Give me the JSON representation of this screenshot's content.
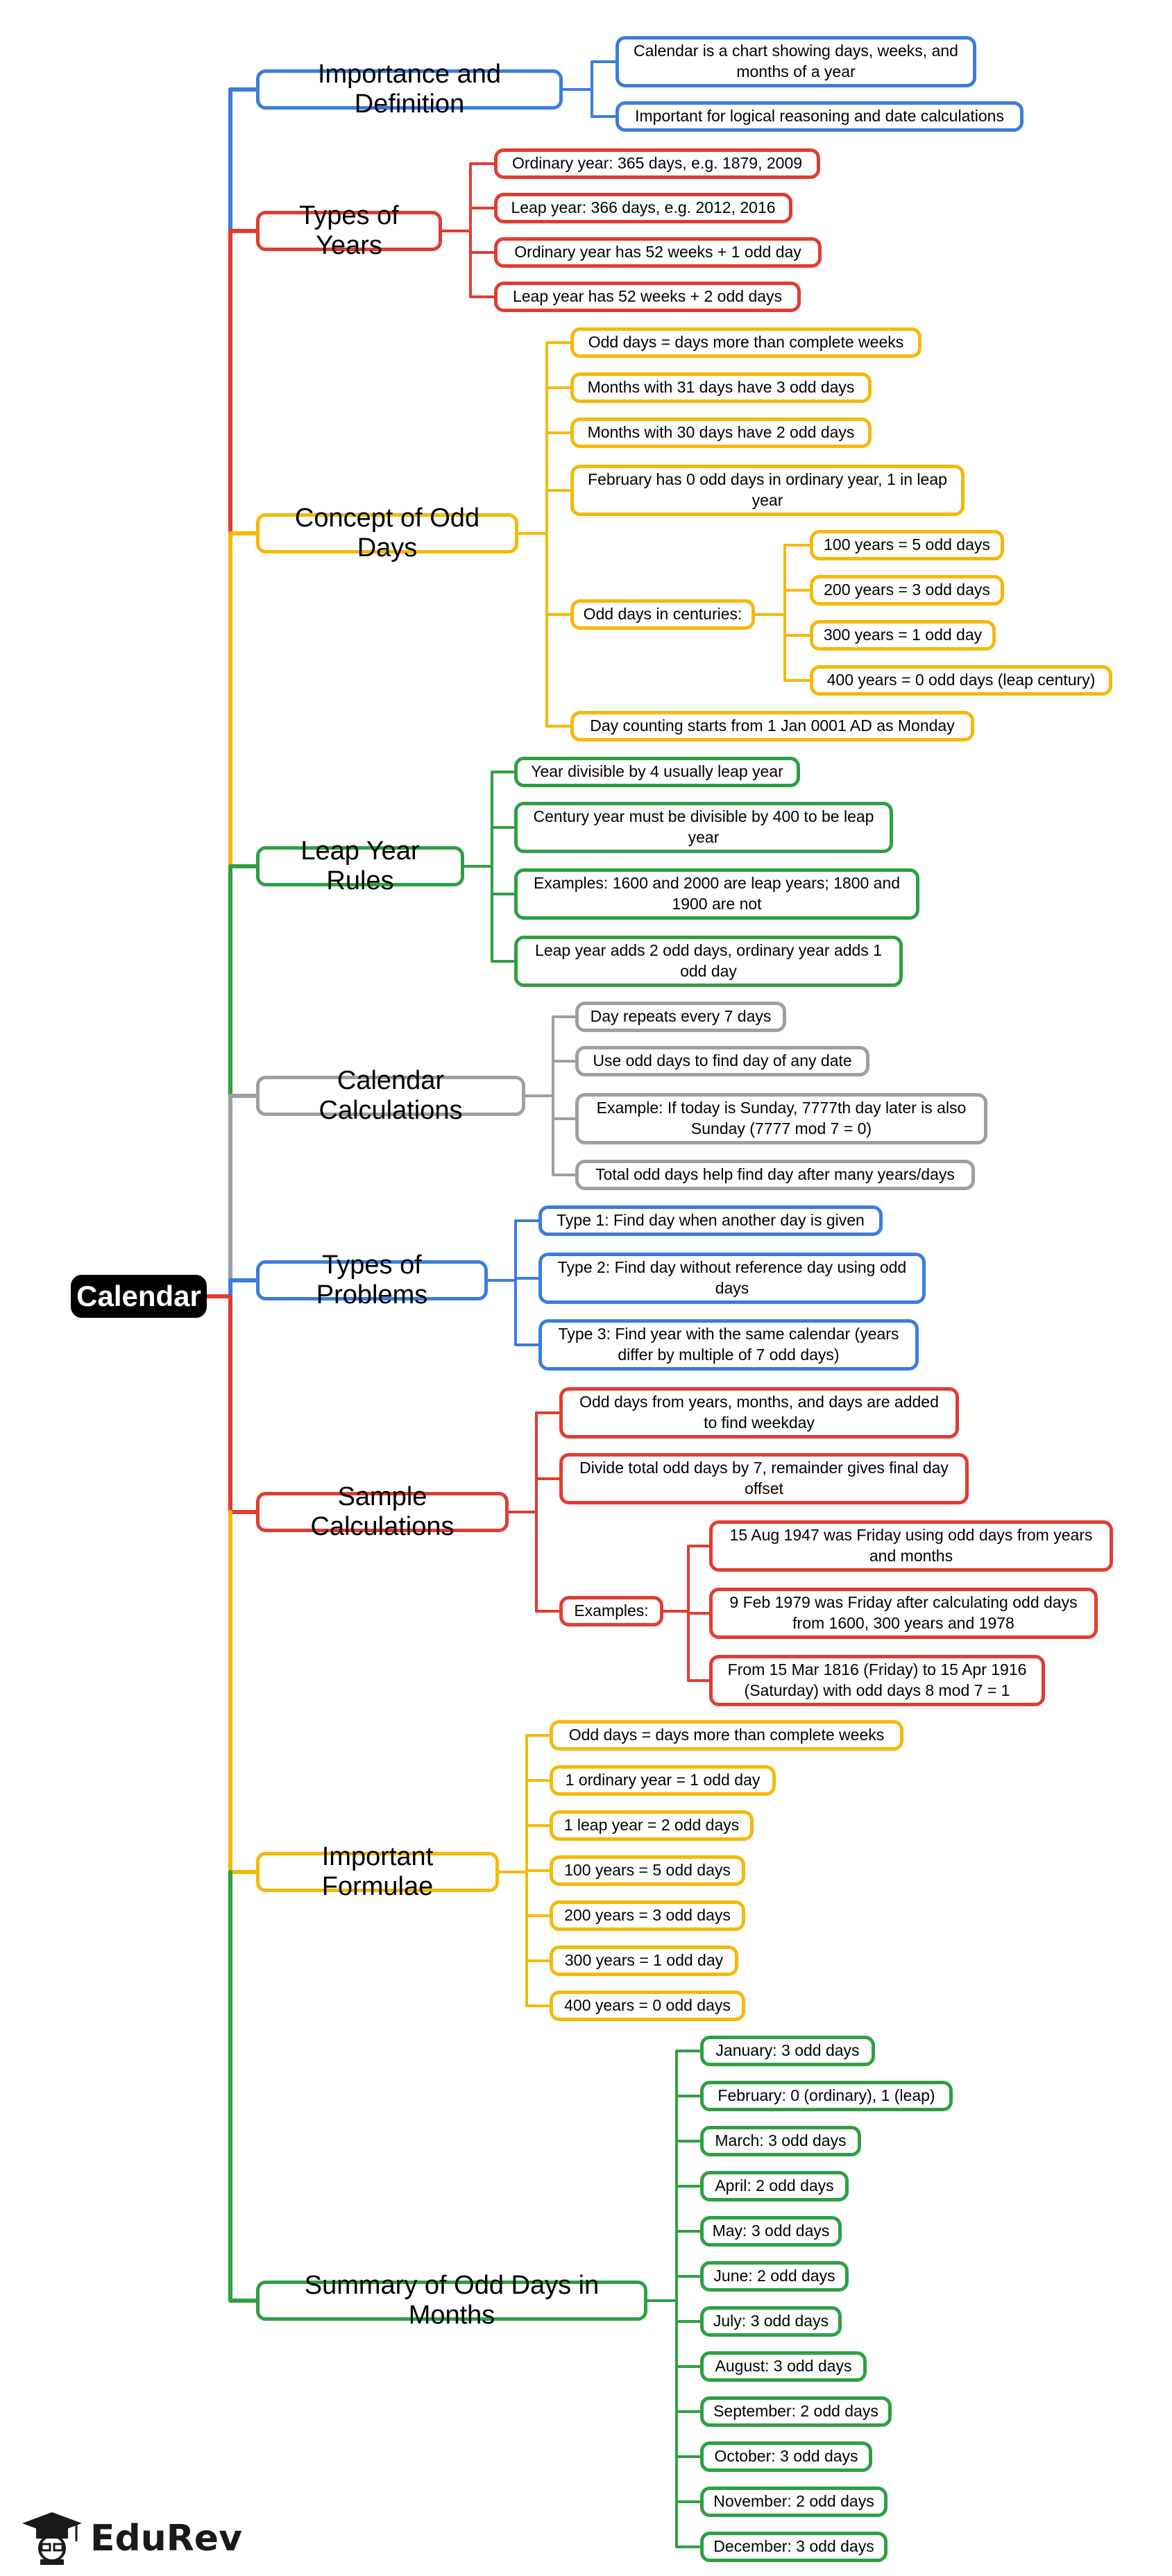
{
  "root": "Calendar",
  "colors": {
    "blue": "#3b7ddd",
    "red": "#e23c32",
    "yellow": "#f5b90a",
    "green": "#2ea043",
    "grey": "#9aa0a6"
  },
  "branches": [
    {
      "id": "b1",
      "color": "blue",
      "label": "Importance and Definition",
      "children": [
        {
          "id": "b1c1",
          "label": "Calendar is a chart showing days, weeks, and months of a year"
        },
        {
          "id": "b1c2",
          "label": "Important for logical reasoning and date calculations"
        }
      ]
    },
    {
      "id": "b2",
      "color": "red",
      "label": "Types of Years",
      "children": [
        {
          "id": "b2c1",
          "label": "Ordinary year: 365 days, e.g. 1879, 2009"
        },
        {
          "id": "b2c2",
          "label": "Leap year: 366 days, e.g. 2012, 2016"
        },
        {
          "id": "b2c3",
          "label": "Ordinary year has 52 weeks + 1 odd day"
        },
        {
          "id": "b2c4",
          "label": "Leap year has 52 weeks + 2 odd days"
        }
      ]
    },
    {
      "id": "b3",
      "color": "yellow",
      "label": "Concept of Odd Days",
      "children": [
        {
          "id": "b3c1",
          "label": "Odd days = days more than complete weeks"
        },
        {
          "id": "b3c2",
          "label": "Months with 31 days have 3 odd days"
        },
        {
          "id": "b3c3",
          "label": "Months with 30 days have 2 odd days"
        },
        {
          "id": "b3c4",
          "label": "February has 0 odd days in ordinary year, 1 in leap year"
        },
        {
          "id": "b3c5",
          "label": "Odd days in centuries:",
          "children": [
            {
              "id": "b3c5a",
              "label": "100 years = 5 odd days"
            },
            {
              "id": "b3c5b",
              "label": "200 years = 3 odd days"
            },
            {
              "id": "b3c5c",
              "label": "300 years = 1 odd day"
            },
            {
              "id": "b3c5d",
              "label": "400 years = 0 odd days (leap century)"
            }
          ]
        },
        {
          "id": "b3c6",
          "label": "Day counting starts from 1 Jan 0001 AD as Monday"
        }
      ]
    },
    {
      "id": "b4",
      "color": "green",
      "label": "Leap Year Rules",
      "children": [
        {
          "id": "b4c1",
          "label": "Year divisible by 4 usually leap year"
        },
        {
          "id": "b4c2",
          "label": "Century year must be divisible by 400 to be leap year"
        },
        {
          "id": "b4c3",
          "label": "Examples: 1600 and 2000 are leap years; 1800 and 1900 are not"
        },
        {
          "id": "b4c4",
          "label": "Leap year adds 2 odd days, ordinary year adds 1 odd day"
        }
      ]
    },
    {
      "id": "b5",
      "color": "grey",
      "label": "Calendar Calculations",
      "children": [
        {
          "id": "b5c1",
          "label": "Day repeats every 7 days"
        },
        {
          "id": "b5c2",
          "label": "Use odd days to find day of any date"
        },
        {
          "id": "b5c3",
          "label": "Example: If today is Sunday, 7777th day later is also Sunday (7777 mod 7 = 0)"
        },
        {
          "id": "b5c4",
          "label": "Total odd days help find day after many years/days"
        }
      ]
    },
    {
      "id": "b6",
      "color": "blue",
      "label": "Types of Problems",
      "children": [
        {
          "id": "b6c1",
          "label": "Type 1: Find day when another day is given"
        },
        {
          "id": "b6c2",
          "label": "Type 2: Find day without reference day using odd days"
        },
        {
          "id": "b6c3",
          "label": "Type 3: Find year with the same calendar (years differ by multiple of 7 odd days)"
        }
      ]
    },
    {
      "id": "b7",
      "color": "red",
      "label": "Sample Calculations",
      "children": [
        {
          "id": "b7c1",
          "label": "Odd days from years, months, and days are added to find weekday"
        },
        {
          "id": "b7c2",
          "label": "Divide total odd days by 7, remainder gives final day offset"
        },
        {
          "id": "b7c3",
          "label": "Examples:",
          "children": [
            {
              "id": "b7c3a",
              "label": "15 Aug 1947 was Friday using odd days from years and months"
            },
            {
              "id": "b7c3b",
              "label": "9 Feb 1979 was Friday after calculating odd days from 1600, 300 years and 1978"
            },
            {
              "id": "b7c3c",
              "label": "From 15 Mar 1816 (Friday) to 15 Apr 1916 (Saturday) with odd days 8 mod 7 = 1"
            }
          ]
        }
      ]
    },
    {
      "id": "b8",
      "color": "yellow",
      "label": "Important Formulae",
      "children": [
        {
          "id": "b8c1",
          "label": "Odd days = days more than complete weeks"
        },
        {
          "id": "b8c2",
          "label": "1 ordinary year = 1 odd day"
        },
        {
          "id": "b8c3",
          "label": "1 leap year = 2 odd days"
        },
        {
          "id": "b8c4",
          "label": "100 years = 5 odd days"
        },
        {
          "id": "b8c5",
          "label": "200 years = 3 odd days"
        },
        {
          "id": "b8c6",
          "label": "300 years = 1 odd day"
        },
        {
          "id": "b8c7",
          "label": "400 years = 0 odd days"
        }
      ]
    },
    {
      "id": "b9",
      "color": "green",
      "label": "Summary of Odd Days in Months",
      "children": [
        {
          "id": "b9c1",
          "label": "January: 3 odd days"
        },
        {
          "id": "b9c2",
          "label": "February: 0 (ordinary), 1 (leap)"
        },
        {
          "id": "b9c3",
          "label": "March: 3 odd days"
        },
        {
          "id": "b9c4",
          "label": "April: 2 odd days"
        },
        {
          "id": "b9c5",
          "label": "May: 3 odd days"
        },
        {
          "id": "b9c6",
          "label": "June: 2 odd days"
        },
        {
          "id": "b9c7",
          "label": "July: 3 odd days"
        },
        {
          "id": "b9c8",
          "label": "August: 3 odd days"
        },
        {
          "id": "b9c9",
          "label": "September: 2 odd days"
        },
        {
          "id": "b9c10",
          "label": "October: 3 odd days"
        },
        {
          "id": "b9c11",
          "label": "November: 2 odd days"
        },
        {
          "id": "b9c12",
          "label": "December: 3 odd days"
        }
      ]
    }
  ],
  "logo": {
    "text": "EduRev",
    "icon": "graduate-icon"
  }
}
